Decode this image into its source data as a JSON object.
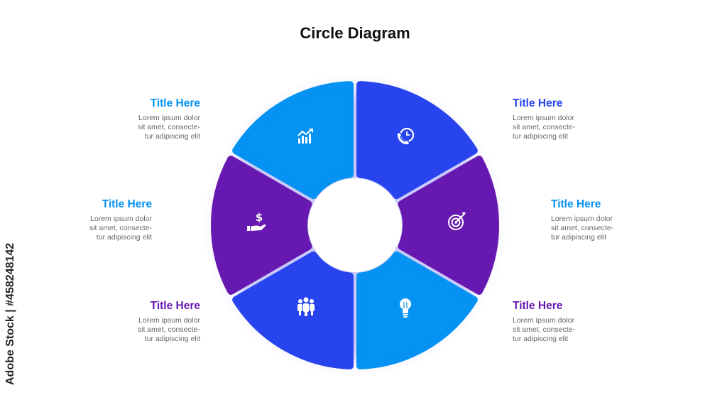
{
  "title": "Circle Diagram",
  "colors": {
    "sky": "#0592f2",
    "royal": "#2744ee",
    "purple": "#6618b0",
    "text": "#666666"
  },
  "segments": [
    {
      "id": "top-left",
      "color": "#0592f2",
      "icon": "growth-chart-icon"
    },
    {
      "id": "top-right",
      "color": "#2744ee",
      "icon": "phone-clock-icon"
    },
    {
      "id": "right",
      "color": "#6618b0",
      "icon": "target-icon"
    },
    {
      "id": "bottom-right",
      "color": "#0592f2",
      "icon": "lightbulb-icon"
    },
    {
      "id": "bottom-left",
      "color": "#2744ee",
      "icon": "team-icon"
    },
    {
      "id": "left",
      "color": "#6618b0",
      "icon": "money-hand-icon"
    }
  ],
  "callouts": [
    {
      "title": "Title Here",
      "body": "Lorem ipsum dolor\nsit amet, consecte-\ntur adipiscing elit",
      "color": "#0592f2"
    },
    {
      "title": "Title Here",
      "body": "Lorem ipsum dolor\nsit amet, consecte-\ntur adipiscing elit",
      "color": "#0592f2"
    },
    {
      "title": "Title Here",
      "body": "Lorem ipsum dolor\nsit amet, consecte-\ntur adipiscing elit",
      "color": "#6618b0"
    },
    {
      "title": "Title Here",
      "body": "Lorem ipsum dolor\nsit amet, consecte-\ntur adipiscing elit",
      "color": "#2744ee"
    },
    {
      "title": "Title Here",
      "body": "Lorem ipsum dolor\nsit amet, consecte-\ntur adipiscing elit",
      "color": "#0592f2"
    },
    {
      "title": "Title Here",
      "body": "Lorem ipsum dolor\nsit amet, consecte-\ntur adipiscing elit",
      "color": "#6618b0"
    }
  ],
  "stock_id": "Adobe Stock | #458248142"
}
